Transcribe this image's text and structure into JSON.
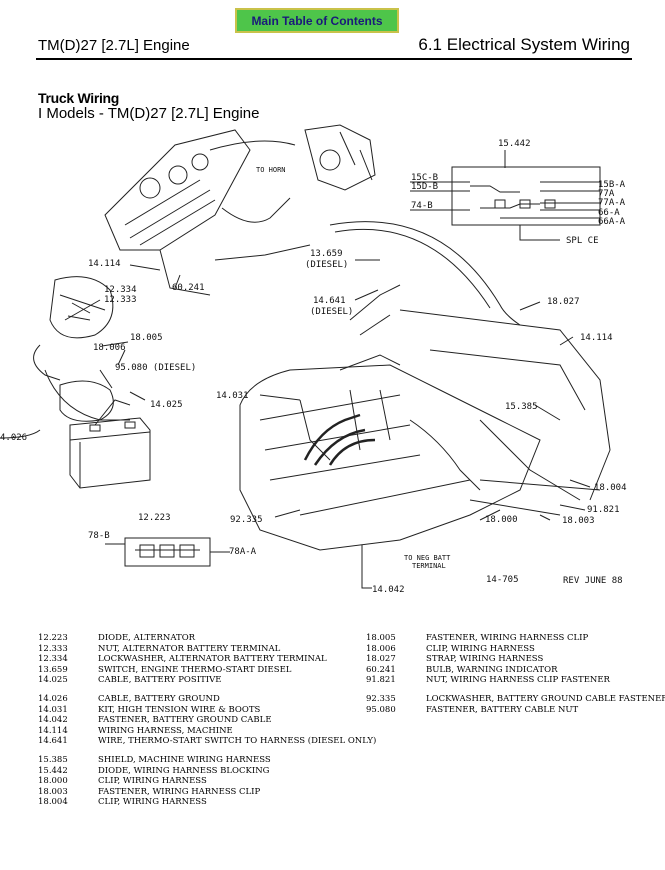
{
  "nav": {
    "toc_label": "Main Table of Contents"
  },
  "header": {
    "left": "TM(D)27 [2.7L] Engine",
    "right": "6.1 Electrical System Wiring"
  },
  "section": {
    "title": "Truck Wiring",
    "subtitle": "I Models - TM(D)27 [2.7L] Engine"
  },
  "diagram": {
    "labels": {
      "l15442": "15.442",
      "l15cb": "15C-B",
      "l15db": "15D-B",
      "l74b": "74-B",
      "l15ba": "15B-A",
      "l77a": "77A",
      "l77aa": "77A-A",
      "l66a": "66-A",
      "l66aa": "66A-A",
      "lsplice": "SPL   CE",
      "ltohorn": "TO HORN",
      "l14114a": "14.114",
      "l60241": "60.241",
      "l13659": "13.659",
      "ldiesel1": "(DIESEL)",
      "l14641": "14.641",
      "ldiesel2": "(DIESEL)",
      "l18027": "18.027",
      "l12334": "12.334",
      "l12333": "12.333",
      "l18005": "18.005",
      "l18006": "18.006",
      "l14114b": "14.114",
      "l95080": "95.080 (DIESEL)",
      "l14025": "14.025",
      "l14031": "14.031",
      "l15385": "15.385",
      "l026": "4.026",
      "l18004": "18.004",
      "l91821": "91.821",
      "l12223": "12.223",
      "l92335": "92.335",
      "l18000": "18.000",
      "l18003": "18.003",
      "l78b": "78-B",
      "l78aa": "78A-A",
      "ltoneg": "TO NEG BATT",
      "lterminal": "TERMINAL",
      "l14705": "14-705",
      "lrev": "REV JUNE 88",
      "l14042": "14.042"
    }
  },
  "legend": {
    "left": [
      [
        {
          "num": "12.223",
          "desc": "DIODE, ALTERNATOR"
        },
        {
          "num": "12.333",
          "desc": "NUT, ALTERNATOR BATTERY TERMINAL"
        },
        {
          "num": "12.334",
          "desc": "LOCKWASHER, ALTERNATOR BATTERY TERMINAL"
        },
        {
          "num": "13.659",
          "desc": "SWITCH, ENGINE THERMO-START DIESEL"
        },
        {
          "num": "14.025",
          "desc": "CABLE, BATTERY POSITIVE"
        }
      ],
      [
        {
          "num": "14.026",
          "desc": "CABLE, BATTERY GROUND"
        },
        {
          "num": "14.031",
          "desc": "KIT, HIGH TENSION WIRE & BOOTS"
        },
        {
          "num": "14.042",
          "desc": "FASTENER, BATTERY GROUND CABLE"
        },
        {
          "num": "14.114",
          "desc": "WIRING HARNESS, MACHINE"
        },
        {
          "num": "14.641",
          "desc": "WIRE, THERMO-START SWITCH TO HARNESS (DIESEL ONLY)"
        }
      ],
      [
        {
          "num": "15.385",
          "desc": "SHIELD, MACHINE WIRING HARNESS"
        },
        {
          "num": "15.442",
          "desc": "DIODE, WIRING HARNESS BLOCKING"
        },
        {
          "num": "18.000",
          "desc": "CLIP, WIRING HARNESS"
        },
        {
          "num": "18.003",
          "desc": "FASTENER, WIRING HARNESS CLIP"
        },
        {
          "num": "18.004",
          "desc": "CLIP, WIRING HARNESS"
        }
      ]
    ],
    "right": [
      [
        {
          "num": "18.005",
          "desc": "FASTENER, WIRING HARNESS CLIP"
        },
        {
          "num": "18.006",
          "desc": "CLIP, WIRING HARNESS"
        },
        {
          "num": "18.027",
          "desc": "STRAP, WIRING HARNESS"
        },
        {
          "num": "60.241",
          "desc": "BULB, WARNING INDICATOR"
        },
        {
          "num": "91.821",
          "desc": "NUT, WIRING HARNESS CLIP FASTENER"
        }
      ],
      [
        {
          "num": "92.335",
          "desc": "LOCKWASHER, BATTERY GROUND CABLE FASTENER"
        },
        {
          "num": "95.080",
          "desc": "FASTENER, BATTERY CABLE NUT"
        }
      ]
    ]
  }
}
